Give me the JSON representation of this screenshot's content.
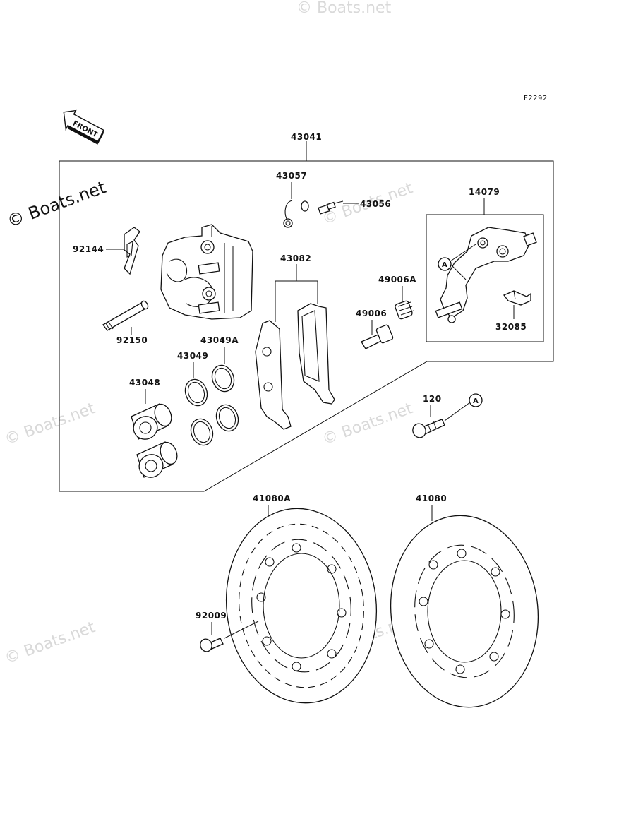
{
  "figure_code": "F2292",
  "front_label": "FRONT",
  "watermark": "© Boats.net",
  "ref_label": "A",
  "parts": {
    "caliper_assy": "43041",
    "bleeder_cap": "43057",
    "bleeder_valve": "43056",
    "bracket": "14079",
    "pad_spring": "92144",
    "pad_set": "43082",
    "boot_a": "49006A",
    "boot": "49006",
    "pin": "92150",
    "seal_a": "43049A",
    "seal": "43049",
    "piston": "43048",
    "pad_plate": "32085",
    "bolt": "120",
    "disc_a": "41080A",
    "disc": "41080",
    "disc_bolt": "92009"
  }
}
